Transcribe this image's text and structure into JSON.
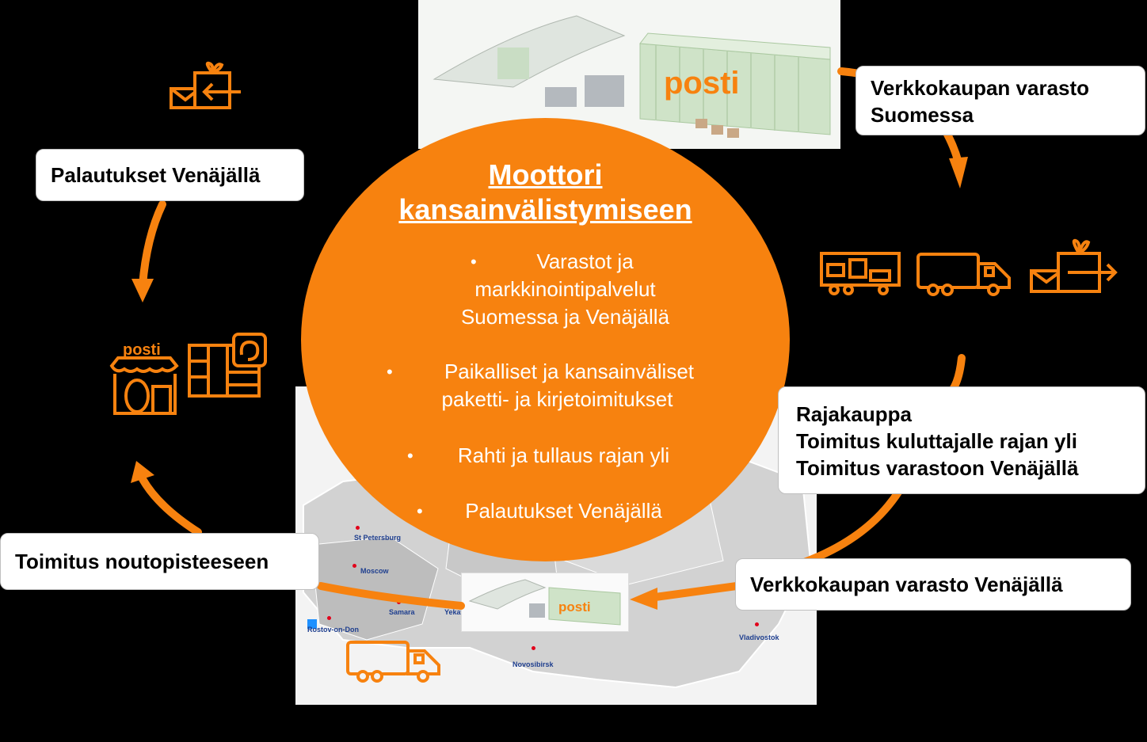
{
  "center": {
    "title_line1": "Moottori",
    "title_line2": "kansainvälistymiseen",
    "bullets": [
      {
        "line1": "Varastot ja",
        "line2": "markkinointipalvelut",
        "line3": "Suomessa ja Venäjällä"
      },
      {
        "line1": "Paikalliset ja kansainväliset",
        "line2": "paketti- ja kirjetoimitukset"
      },
      {
        "line1": "Rahti ja tullaus rajan yli"
      },
      {
        "line1": "Palautukset Venäjällä"
      }
    ]
  },
  "labels": {
    "finland_warehouse_line1": "Verkkokaupan varasto",
    "finland_warehouse_line2": "Suomessa",
    "border_trade_line1": "Rajakauppa",
    "border_trade_line2": "Toimitus kuluttajalle rajan yli",
    "border_trade_line3": "Toimitus varastoon Venäjällä",
    "russia_warehouse": "Verkkokaupan varasto Venäjällä",
    "pickup_delivery": "Toimitus noutopisteeseen",
    "returns": "Palautukset Venäjällä"
  },
  "brand": {
    "logo_text": "posti"
  },
  "map": {
    "cities": [
      "St Petersburg",
      "Moscow",
      "Samara",
      "Yekat",
      "Rostov-on-Don",
      "Novosibirsk",
      "Vladivostok"
    ]
  },
  "colors": {
    "accent": "#f7820f",
    "background": "#000000",
    "label_bg": "#ffffff",
    "city_text": "#1f3f8f",
    "city_dot": "#e2001a"
  },
  "icons": [
    "parcel-return-icon",
    "warehouse-truck-icon",
    "delivery-truck-icon",
    "parcel-send-icon",
    "posti-store-icon",
    "parcel-locker-icon"
  ]
}
